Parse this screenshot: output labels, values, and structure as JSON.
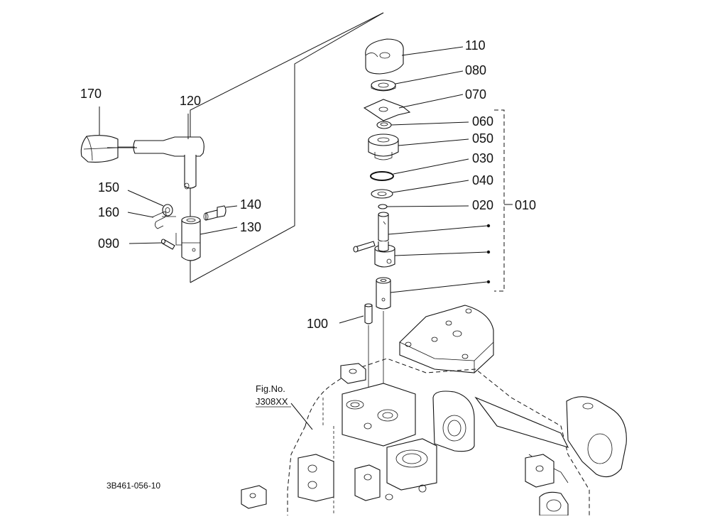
{
  "diagram": {
    "part_labels": {
      "p110": "110",
      "p080": "080",
      "p070": "070",
      "p060": "060",
      "p050": "050",
      "p030": "030",
      "p040": "040",
      "p020": "020",
      "p010": "010",
      "p170": "170",
      "p120": "120",
      "p150": "150",
      "p160": "160",
      "p140": "140",
      "p130": "130",
      "p090": "090",
      "p100": "100"
    },
    "figure_ref": {
      "line1": "Fig.No.",
      "line2": "J308XX"
    },
    "drawing_number": "3B461-056-10"
  }
}
